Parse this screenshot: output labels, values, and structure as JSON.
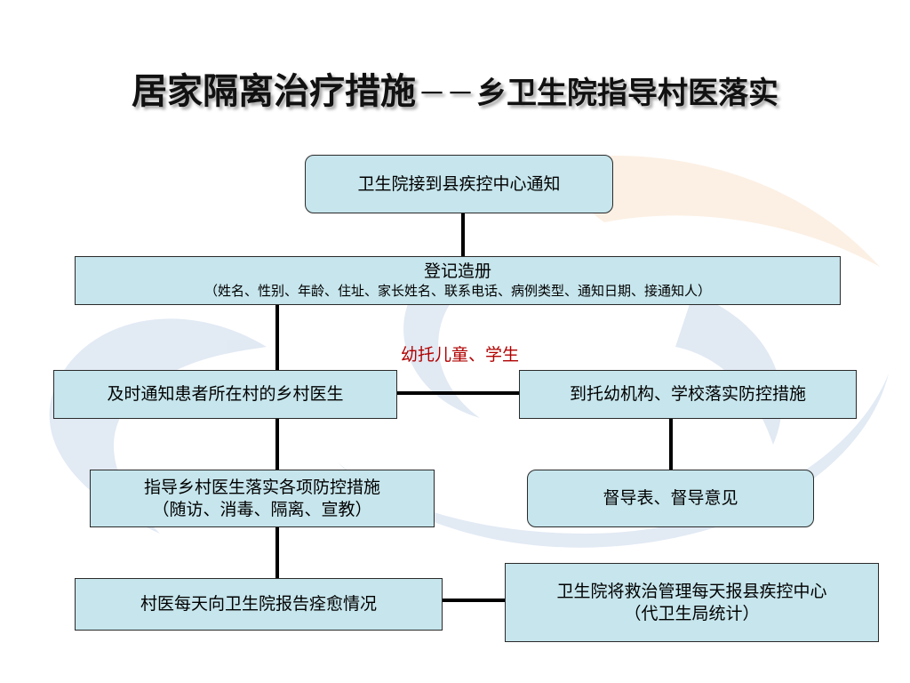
{
  "title": {
    "main": "居家隔离治疗措施",
    "separator": "－－",
    "sub": "乡卫生院指导村医落实"
  },
  "nodes": {
    "notice": "卫生院接到县疾控中心通知",
    "register": {
      "line1": "登记造册",
      "line2": "（姓名、性别、年龄、住址、家长姓名、联系电话、病例类型、通知日期、接通知人）"
    },
    "notify_doctor": "及时通知患者所在村的乡村医生",
    "guide": {
      "line1": "指导乡村医生落实各项防控措施",
      "line2": "（随访、消毒、隔离、宣教）"
    },
    "daily_report": "村医每天向卫生院报告痊愈情况",
    "school_measures": "到托幼机构、学校落实防控措施",
    "supervise": "督导表、督导意见",
    "county_report": {
      "line1": "卫生院将救治管理每天报县疾控中心",
      "line2": "（代卫生局统计）"
    }
  },
  "edge_label": "幼托儿童、学生",
  "colors": {
    "box_fill": "#c6e5ec",
    "line": "#000000",
    "edge_label": "#b00000",
    "logo_blue": "#1e5fa8",
    "logo_orange": "#e8892c"
  }
}
